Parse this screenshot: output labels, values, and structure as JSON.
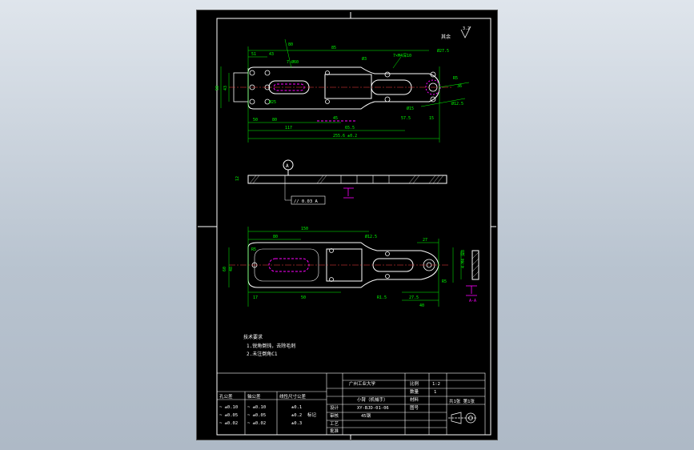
{
  "colors": {
    "paper": "#000000",
    "frame": "#ffffff",
    "outline": "#ffffff",
    "dimension": "#00ff00",
    "hidden": "#ff00ff",
    "center": "#ff4040",
    "text": "#ffffff"
  },
  "surface_finish": {
    "symbol_text": "3.2",
    "other_label": "其余"
  },
  "top_view": {
    "dims": [
      "80",
      "85",
      "51",
      "43",
      "7-Ø60",
      "Ø3",
      "Ø25",
      "7×M4深10",
      "Ø27.5",
      "R5",
      "36",
      "Ø15",
      "Ø12.5",
      "50",
      "80",
      "117",
      "45",
      "65.5",
      "57.5",
      "15",
      "255.6 ±0.2"
    ],
    "left_side_dims": [
      "50",
      "43"
    ]
  },
  "front_view": {
    "datum": "A",
    "tolerance": "// 0.03 A",
    "side_dim": "12"
  },
  "bottom_view": {
    "dims": [
      "150",
      "80",
      "R5",
      "Ø12.5",
      "27",
      "60",
      "48",
      "17",
      "27.5",
      "40",
      "50",
      "R1.5",
      "R5",
      "4-M4 深8"
    ],
    "section_label": "A-A"
  },
  "notes": {
    "title": "技术要求",
    "items": [
      "1.锐角倒钝，去除毛刺",
      "2.未注倒角C1"
    ]
  },
  "title_block": {
    "part_name": "小臂（机械手）",
    "school": "广州工业大学",
    "drawing_number": "XY-BJD-01-06",
    "material": "45钢",
    "scale": "1:2",
    "quantity": "1",
    "sheet": "共1张 第1张",
    "rows": [
      "设计",
      "审核",
      "工艺",
      "批准"
    ],
    "right_labels": [
      "比例",
      "数量",
      "材料",
      "图号"
    ],
    "tolerance_heads": [
      "孔公差",
      "轴公差",
      "线性尺寸公差"
    ],
    "tolerance_rows": [
      [
        "~ ±0.10",
        "~ ±0.10",
        "±0.1"
      ],
      [
        "~ ±0.05",
        "~ ±0.05",
        "±0.2"
      ],
      [
        "~ ±0.02",
        "~ ±0.02",
        "±0.3"
      ]
    ],
    "mark": "标记"
  }
}
